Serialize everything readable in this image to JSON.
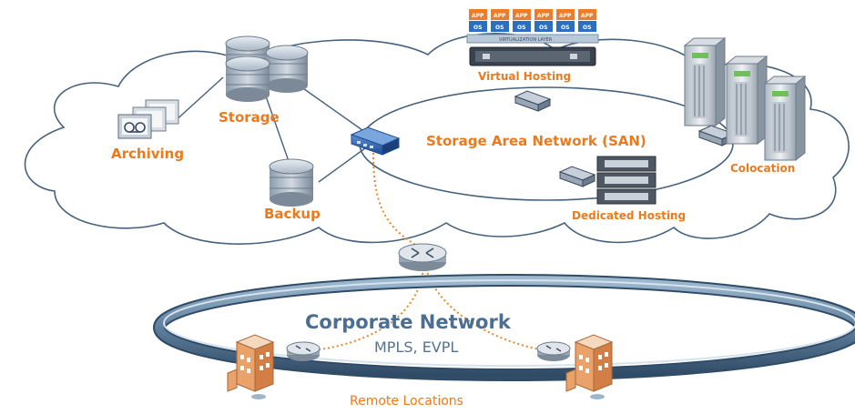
{
  "labels": {
    "storage": "Storage",
    "archiving": "Archiving",
    "backup": "Backup",
    "virtual_hosting": "Virtual Hosting",
    "san": "Storage Area Network (SAN)",
    "colocation": "Colocation",
    "dedicated_hosting": "Dedicated Hosting",
    "corporate_network": "Corporate Network",
    "corporate_sub": "MPLS, EVPL",
    "remote_locations": "Remote Locations"
  },
  "virtualization": {
    "app_label": "APP",
    "os_label": "OS",
    "layer_label": "VIRTUALIZATION LAYER"
  },
  "colors": {
    "label_orange": "#ec7a1c",
    "network_blue": "#4b6f92",
    "cloud_stroke": "#46627e",
    "link_dotted": "#e28a2b"
  },
  "icons": [
    "storage-disks-icon",
    "tape-archive-icon",
    "backup-disk-icon",
    "switch-icon",
    "router-icon",
    "server-tower-icon",
    "rack-server-icon",
    "office-building-icon"
  ]
}
